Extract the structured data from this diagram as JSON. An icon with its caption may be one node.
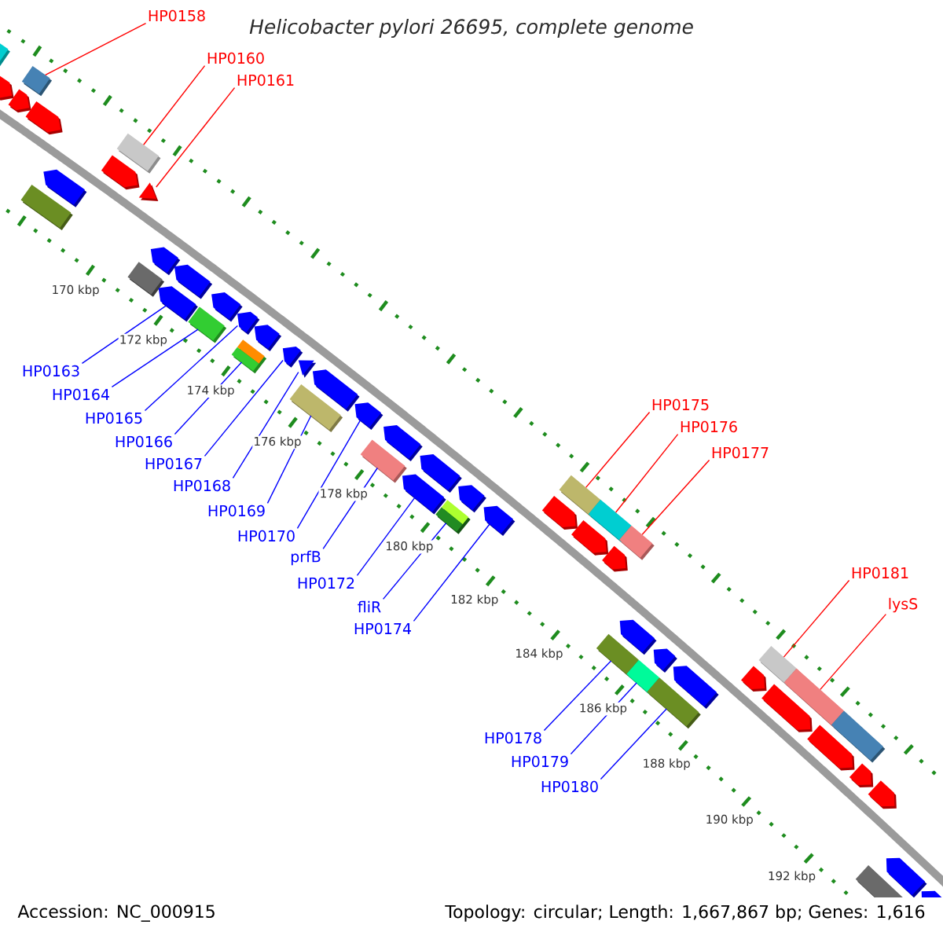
{
  "diagram": {
    "title": "Helicobacter pylori 26695, complete genome",
    "nodes": [
      {
        "text": [
          "HP0158"
        ]
      },
      {
        "text": [
          "HP0160"
        ]
      },
      {
        "text": [
          "HP0161"
        ]
      },
      {
        "text": [
          "HP0163"
        ]
      },
      {
        "text": [
          "HP0164"
        ]
      },
      {
        "text": [
          "HP0165"
        ]
      },
      {
        "text": [
          "HP0166"
        ]
      },
      {
        "text": [
          "HP0167"
        ]
      },
      {
        "text": [
          "HP0168"
        ]
      },
      {
        "text": [
          "HP0169"
        ]
      },
      {
        "text": [
          "HP0170"
        ]
      },
      {
        "text": [
          "prfB"
        ]
      },
      {
        "text": [
          "HP0172"
        ]
      },
      {
        "text": [
          "fliR"
        ]
      },
      {
        "text": [
          "HP0174"
        ]
      },
      {
        "text": [
          "HP0175"
        ]
      },
      {
        "text": [
          "HP0176"
        ]
      },
      {
        "text": [
          "HP0177"
        ]
      },
      {
        "text": [
          "HP0178"
        ]
      },
      {
        "text": [
          "HP0179"
        ]
      },
      {
        "text": [
          "HP0180"
        ]
      },
      {
        "text": [
          "HP0181"
        ]
      },
      {
        "text": [
          "lysS"
        ]
      },
      {
        "text": [],
        "shape": "pentagon"
      },
      {
        "text": [],
        "shape": "box"
      },
      {
        "text": [],
        "shape": "box"
      },
      {
        "text": [],
        "shape": "pentagon"
      },
      {
        "text": [],
        "shape": "pentagon"
      },
      {
        "text": [],
        "shape": "box"
      },
      {
        "text": [],
        "shape": "pentagon"
      },
      {
        "text": [],
        "shape": "box"
      },
      {
        "text": [],
        "shape": "pentagon"
      },
      {
        "text": [],
        "shape": "triangle"
      },
      {
        "text": [],
        "shape": "box"
      },
      {
        "text": [],
        "shape": "pentagon"
      },
      {
        "text": [],
        "shape": "pentagon"
      },
      {
        "text": [],
        "shape": "pentagon"
      },
      {
        "text": [],
        "shape": "box"
      },
      {
        "text": [],
        "shape": "pentagon"
      },
      {
        "text": [],
        "shape": "pentagon"
      },
      {
        "text": [],
        "shape": "box"
      },
      {
        "text": [],
        "shape": "pentagon"
      },
      {
        "text": [],
        "shape": "pentagon"
      },
      {
        "text": [],
        "shape": "triangle"
      },
      {
        "text": [],
        "shape": "box"
      },
      {
        "text": [],
        "shape": "pentagon"
      },
      {
        "text": [],
        "shape": "pentagon"
      },
      {
        "text": [],
        "shape": "box"
      },
      {
        "text": [],
        "shape": "pentagon"
      },
      {
        "text": [],
        "shape": "pentagon"
      },
      {
        "text": [],
        "shape": "pentagon"
      },
      {
        "text": [],
        "shape": "box"
      },
      {
        "text": [],
        "shape": "pentagon"
      },
      {
        "text": [],
        "shape": "pentagon"
      },
      {
        "text": [],
        "shape": "box"
      },
      {
        "text": [],
        "shape": "pentagon"
      },
      {
        "text": [],
        "shape": "box"
      },
      {
        "text": [],
        "shape": "pentagon"
      },
      {
        "text": [],
        "shape": "box"
      },
      {
        "text": [],
        "shape": "pentagon"
      },
      {
        "text": [],
        "shape": "box"
      },
      {
        "text": [],
        "shape": "pentagon"
      },
      {
        "text": [],
        "shape": "box"
      },
      {
        "text": [],
        "shape": "pentagon"
      },
      {
        "text": [],
        "shape": "box"
      },
      {
        "text": [],
        "shape": "pentagon"
      },
      {
        "text": [],
        "shape": "box"
      },
      {
        "text": [],
        "shape": "pentagon"
      },
      {
        "text": [],
        "shape": "pentagon"
      },
      {
        "text": [],
        "shape": "box"
      },
      {
        "text": [],
        "shape": "pentagon"
      },
      {
        "text": [],
        "shape": "box"
      },
      {
        "text": [],
        "shape": "pentagon"
      },
      {
        "text": [],
        "shape": "pentagon"
      },
      {
        "text": [],
        "shape": "box"
      },
      {
        "text": [],
        "shape": "pentagon"
      },
      {
        "text": [],
        "shape": "pentagon"
      }
    ],
    "edges": [
      {
        "from": 0,
        "to": 25,
        "arrow": "none",
        "color": "#ff0000"
      },
      {
        "from": 1,
        "to": 30,
        "arrow": "none",
        "color": "#ff0000"
      },
      {
        "from": 2,
        "to": 32,
        "arrow": "none",
        "color": "#ff0000"
      },
      {
        "from": 3,
        "to": 35,
        "arrow": "none"
      },
      {
        "from": 4,
        "to": 37,
        "arrow": "none"
      },
      {
        "from": 5,
        "to": 39,
        "arrow": "none"
      },
      {
        "from": 6,
        "to": 40,
        "arrow": "none"
      },
      {
        "from": 7,
        "to": 42,
        "arrow": "none"
      },
      {
        "from": 8,
        "to": 43,
        "arrow": "none"
      },
      {
        "from": 9,
        "to": 44,
        "arrow": "none"
      },
      {
        "from": 10,
        "to": 46,
        "arrow": "none"
      },
      {
        "from": 11,
        "to": 47,
        "arrow": "none"
      },
      {
        "from": 12,
        "to": 49,
        "arrow": "none"
      },
      {
        "from": 13,
        "to": 51,
        "arrow": "none"
      },
      {
        "from": 14,
        "to": 53,
        "arrow": "none"
      },
      {
        "from": 15,
        "to": 54,
        "arrow": "none",
        "color": "#ff0000"
      },
      {
        "from": 16,
        "to": 56,
        "arrow": "none",
        "color": "#ff0000"
      },
      {
        "from": 17,
        "to": 58,
        "arrow": "none",
        "color": "#ff0000"
      },
      {
        "from": 18,
        "to": 60,
        "arrow": "none"
      },
      {
        "from": 19,
        "to": 62,
        "arrow": "none"
      },
      {
        "from": 20,
        "to": 64,
        "arrow": "none"
      },
      {
        "from": 21,
        "to": 66,
        "arrow": "none",
        "color": "#ff0000"
      },
      {
        "from": 22,
        "to": 69,
        "arrow": "none",
        "color": "#ff0000"
      }
    ],
    "labels": [
      "170 kbp",
      "172 kbp",
      "174 kbp",
      "176 kbp",
      "178 kbp",
      "180 kbp",
      "182 kbp",
      "184 kbp",
      "186 kbp",
      "188 kbp",
      "190 kbp",
      "192 kbp",
      "Accession: NC_000915",
      "Topology: circular; Length: 1,667,867 bp; Genes: 1,616"
    ]
  }
}
